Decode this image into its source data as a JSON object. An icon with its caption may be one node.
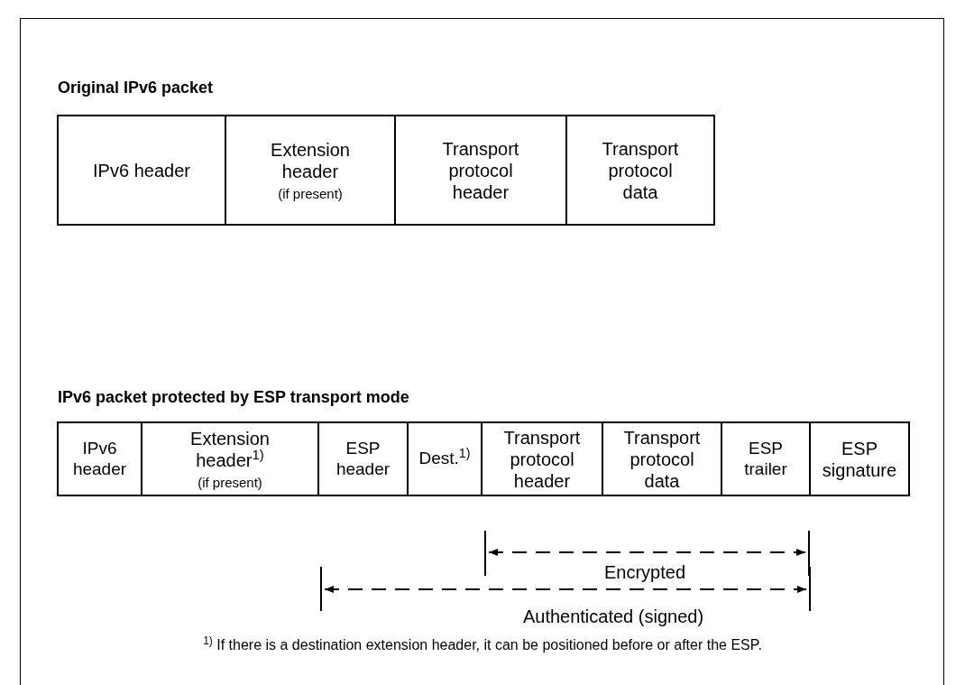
{
  "diagram": {
    "nodes": [
      {
        "text": [
          "IPv6 header"
        ]
      },
      {
        "text": [
          "Extension header",
          "(if present)"
        ]
      },
      {
        "text": [
          "Transport protocol header"
        ]
      },
      {
        "text": [
          "Transport protocol data"
        ]
      },
      {
        "text": [
          "IPv6 header"
        ]
      },
      {
        "text": [
          "Extension header$^{1)}$",
          "(if present)"
        ]
      },
      {
        "text": [
          "ESP header"
        ]
      },
      {
        "text": [
          "Dest.$^{1)}$"
        ]
      },
      {
        "text": [
          "Transport protocol header"
        ]
      },
      {
        "text": [
          "Transport protocol data"
        ]
      },
      {
        "text": [
          "ESP trailer"
        ]
      },
      {
        "text": [
          "ESP signature"
        ]
      }
    ],
    "edges": [],
    "labels": [
      "Original IPv6 packet",
      "IPv6 packet protected by ESP transport mode",
      "Encrypted",
      "Authenticated (signed)",
      "$^{1)}$ If there is a destination extension header, it can be positioned before or after the ESP."
    ]
  }
}
